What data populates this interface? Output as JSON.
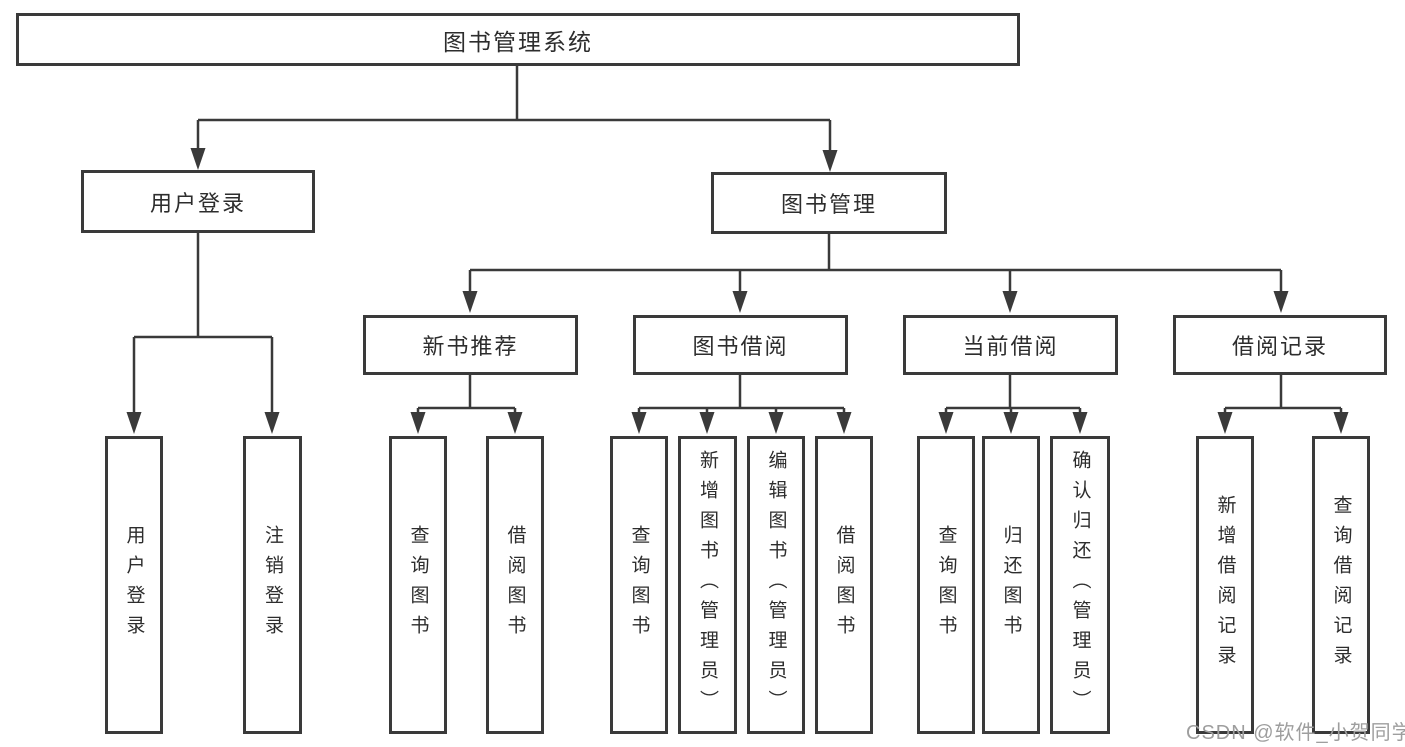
{
  "diagram": {
    "root": {
      "label": "图书管理系统"
    },
    "login_branch": {
      "label": "用户登录",
      "children": [
        "用户登录",
        "注销登录"
      ]
    },
    "management_branch": {
      "label": "图书管理"
    },
    "modules": [
      {
        "label": "新书推荐",
        "children": [
          "查询图书",
          "借阅图书"
        ]
      },
      {
        "label": "图书借阅",
        "children": [
          "查询图书",
          "新增图书（管理员）",
          "编辑图书（管理员）",
          "借阅图书"
        ]
      },
      {
        "label": "当前借阅",
        "children": [
          "查询图书",
          "归还图书",
          "确认归还（管理员）"
        ]
      },
      {
        "label": "借阅记录",
        "children": [
          "新增借阅记录",
          "查询借阅记录"
        ]
      }
    ]
  },
  "watermark": {
    "text": "CSDN @软件_小贺同学"
  },
  "colors": {
    "line": "#3a3a3a",
    "text": "#2d2d2d",
    "watermark": "#9e9e9e",
    "box_fill": "#ffffff",
    "background": "#ffffff"
  }
}
